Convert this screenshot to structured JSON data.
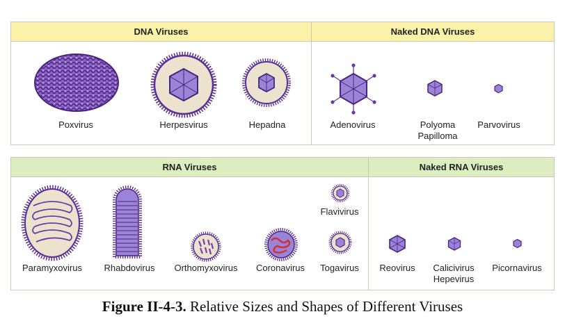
{
  "colors": {
    "yellow_header": "#fbf1a9",
    "green_header": "#dcedbf",
    "virus_purple": "#6a3aa6",
    "capsid_lavender": "#9a84d8",
    "envelope_tan": "#ece3cf",
    "rna_red": "#d43030"
  },
  "dna_panel": {
    "enveloped_header": "DNA Viruses",
    "naked_header": "Naked DNA Viruses",
    "viruses": {
      "poxvirus": "Poxvirus",
      "herpesvirus": "Herpesvirus",
      "hepadna": "Hepadna",
      "adenovirus": "Adenovirus",
      "polyoma_line1": "Polyoma",
      "polyoma_line2": "Papilloma",
      "parvovirus": "Parvovirus"
    }
  },
  "rna_panel": {
    "enveloped_header": "RNA Viruses",
    "naked_header": "Naked RNA Viruses",
    "viruses": {
      "paramyxovirus": "Paramyxovirus",
      "rhabdovirus": "Rhabdovirus",
      "orthomyxovirus": "Orthomyxovirus",
      "coronavirus": "Coronavirus",
      "flavivirus": "Flavivirus",
      "togavirus": "Togavirus",
      "reovirus": "Reovirus",
      "calicivirus_line1": "Calicivirus",
      "calicivirus_line2": "Hepevirus",
      "picornavirus": "Picornavirus"
    }
  },
  "caption": {
    "label": "Figure II-4-3.",
    "text": " Relative Sizes and Shapes of Different Viruses"
  }
}
